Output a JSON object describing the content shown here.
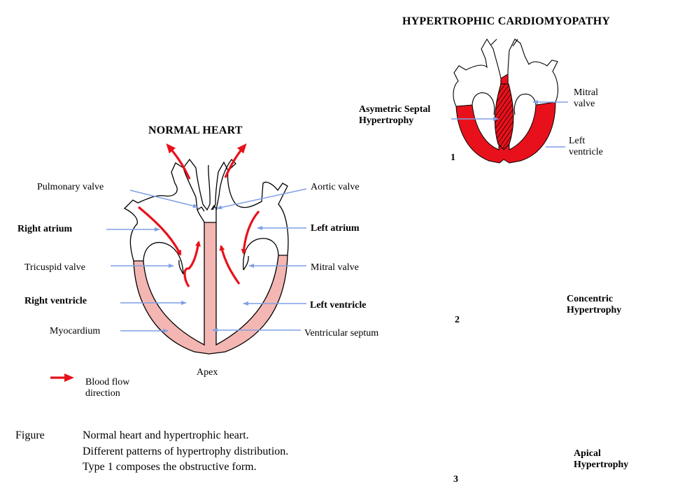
{
  "colors": {
    "pointer": "#7f9fe6",
    "flow": "#e8111b",
    "myocardium_normal": "#f4b6b2",
    "myocardium_hypertrophy": "#e8111b"
  },
  "normal": {
    "title": "NORMAL HEART",
    "labels": {
      "pulmonary_valve": "Pulmonary valve",
      "right_atrium": "Right atrium",
      "tricuspid_valve": "Tricuspid valve",
      "right_ventricle": "Right ventricle",
      "myocardium": "Myocardium",
      "aortic_valve": "Aortic valve",
      "left_atrium": "Left atrium",
      "mitral_valve": "Mitral valve",
      "left_ventricle": "Left ventricle",
      "ventricular_septum": "Ventricular septum",
      "apex": "Apex"
    },
    "legend": {
      "line1": "Blood flow",
      "line2": "direction",
      "icon": "red-arrow-icon"
    }
  },
  "hypertrophic": {
    "title": "HYPERTROPHIC CARDIOMYOPATHY",
    "type1": {
      "number": "1",
      "label_line1": "Asymetric Septal",
      "label_line2": "Hypertrophy",
      "mitral_line1": "Mitral",
      "mitral_line2": "valve",
      "lv_line1": "Left",
      "lv_line2": "ventricle"
    },
    "type2": {
      "number": "2",
      "label_line1": "Concentric",
      "label_line2": "Hypertrophy"
    },
    "type3": {
      "number": "3",
      "label_line1": "Apical",
      "label_line2": "Hypertrophy"
    }
  },
  "caption": {
    "label": "Figure",
    "line1": "Normal heart and hypertrophic heart.",
    "line2": "Different patterns of hypertrophy distribution.",
    "line3": "Type 1 composes the obstructive form."
  }
}
